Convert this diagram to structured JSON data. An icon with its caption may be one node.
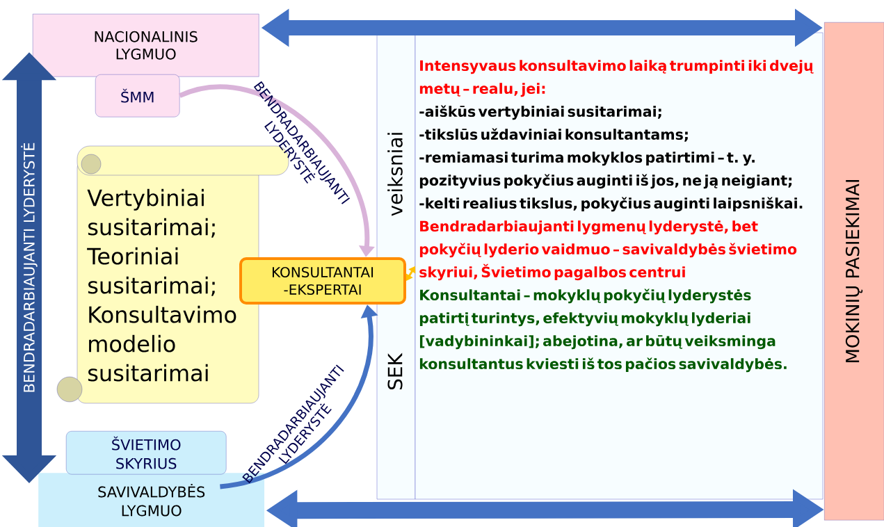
{
  "diagram": {
    "nodes": [
      {
        "text": [
          "NACIONALINIS LYGMUO"
        ]
      },
      {
        "text": [
          "ŠMM"
        ]
      },
      {
        "text": [
          "Vertybiniai susitarimai; Teoriniai susitarimai; Konsultavimo modelio susitarimai"
        ]
      },
      {
        "text": [
          "KONSULTANTAI -EKSPERTAI"
        ]
      },
      {
        "text": [
          "ŠVIETIMO SKYRIUS"
        ]
      },
      {
        "text": [
          "SAVIVALDYBĖS LYGMUO"
        ]
      },
      {
        "text": [
          "Intensyvaus konsultavimo laiką trumpinti iki dvejų metų – realu, jei:",
          "-aiškūs vertybiniai susitarimai;",
          "-tikslūs uždaviniai konsultantams;",
          "-remiamasi turima mokyklos patirtimi – t. y. pozityvius pokyčius auginti iš jos, ne ją neigiant;",
          "-kelti realius tikslus, pokyčius auginti laipsniškai.",
          "Bendradarbiaujanti lygmenų lyderystė, bet pokyčių lyderio vaidmuo – savivaldybės švietimo skyriui, Švietimo pagalbos centrui",
          "Konsultantai – mokyklų pokyčių lyderystės patirtį turintys, efektyvių mokyklų lyderiai [vadybininkai]; abejotina, ar būtų veiksminga konsultantus kviesti iš tos pačios savivaldybės."
        ]
      },
      {
        "text": [
          "MOKINIŲ PASIEKIMAI"
        ]
      }
    ],
    "edges": [
      {
        "from": 0,
        "to": 7,
        "arrow": "both",
        "style": "thick"
      },
      {
        "from": 5,
        "to": 7,
        "arrow": "both",
        "style": "thick"
      },
      {
        "from": 0,
        "to": 5,
        "arrow": "both",
        "style": "thick",
        "label": "BENDRADARBIAUJANTI LYDERYSTĖ",
        "color": "#2f5597"
      },
      {
        "from": 1,
        "to": 3,
        "arrow": "to",
        "label": "BENDRADARBIAUJANTI LYDERYSTĖ",
        "color": "#d9b3d9"
      },
      {
        "from": 5,
        "to": 3,
        "arrow": "to",
        "label": "BENDRADARBIAUJANTI LYDERYSTĖ"
      },
      {
        "from": 3,
        "to": 6,
        "arrow": "both",
        "color": "#ffc000"
      }
    ],
    "labels": [
      "veiksniai",
      "SEK"
    ]
  }
}
